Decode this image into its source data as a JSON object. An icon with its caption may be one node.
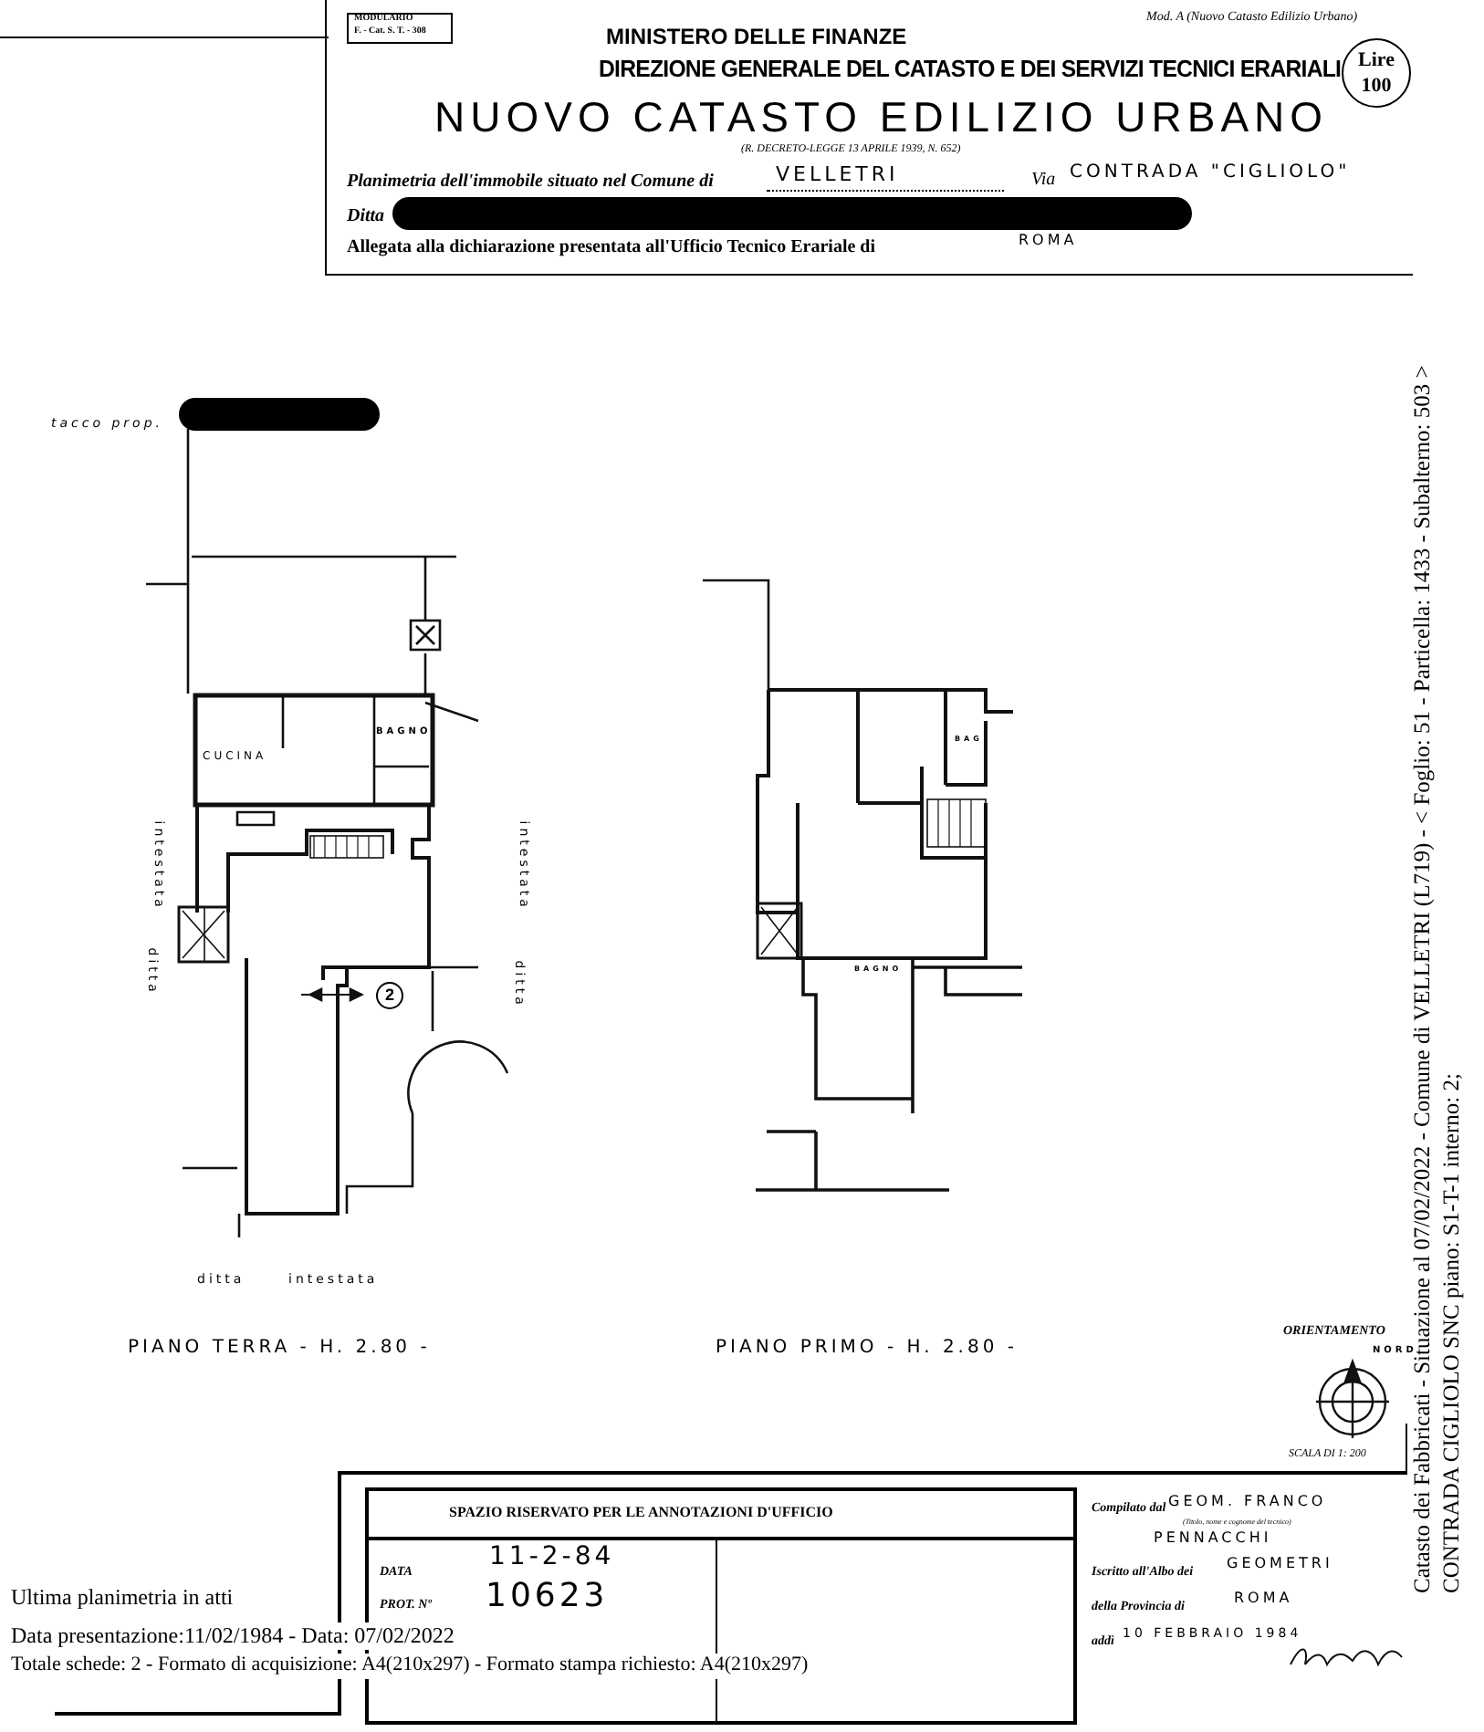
{
  "diagram": {
    "labels": [
      "MODULARIO",
      "F. - Cat. S. T. - 308",
      "Mod. A (Nuovo Catasto Edilizio Urbano)",
      "MINISTERO DELLE FINANZE",
      "DIREZIONE GENERALE DEL CATASTO E DEI SERVIZI TECNICI ERARIALI",
      "Lire 100",
      "NUOVO CATASTO EDILIZIO URBANO",
      "(R. DECRETO-LEGGE 13 APRILE 1939, N. 652)",
      "Planimetria dell'immobile situato nel Comune di",
      "VELLETRI",
      "Via",
      "CONTRADA \"CIGLIOLO\"",
      "Ditta",
      "Allegata alla dichiarazione presentata all'Ufficio Tecnico Erariale di",
      "ROMA",
      "tacco prop.",
      "CUCINA",
      "BAGNO",
      "intestata",
      "ditta",
      "2",
      "intestata",
      "ditta",
      "ditta",
      "intestata",
      "PIANO TERRA - H. 2.80 -",
      "BAG",
      "BAGNO",
      "PIANO PRIMO - H. 2.80 -",
      "ORIENTAMENTO",
      "NORD",
      "SCALA DI 1: 200",
      "SPAZIO RISERVATO PER LE ANNOTAZIONI D'UFFICIO",
      "DATA",
      "11-2-84",
      "PROT. Nº",
      "10623",
      "Compilato dal",
      "GEOM. FRANCO",
      "(Titolo, nome e cognome del tecnico)",
      "PENNACCHI",
      "Iscritto all'Albo dei",
      "GEOMETRI",
      "della Provincia di",
      "ROMA",
      "addì",
      "10 FEBBRAIO 1984",
      "Ultima planimetria in atti",
      "Data presentazione:11/02/1984 - Data: 07/02/2022",
      "Totale schede: 2 - Formato di acquisizione: A4(210x297) - Formato stampa richiesto: A4(210x297)",
      "Catasto dei Fabbricati - Situazione al 07/02/2022 - Comune di VELLETRI (L719) - < Foglio: 51 - Particella: 1433 - Subalterno: 503 >",
      "CONTRADA CIGLIOLO SNC piano: S1-T-1 interno: 2;"
    ]
  }
}
